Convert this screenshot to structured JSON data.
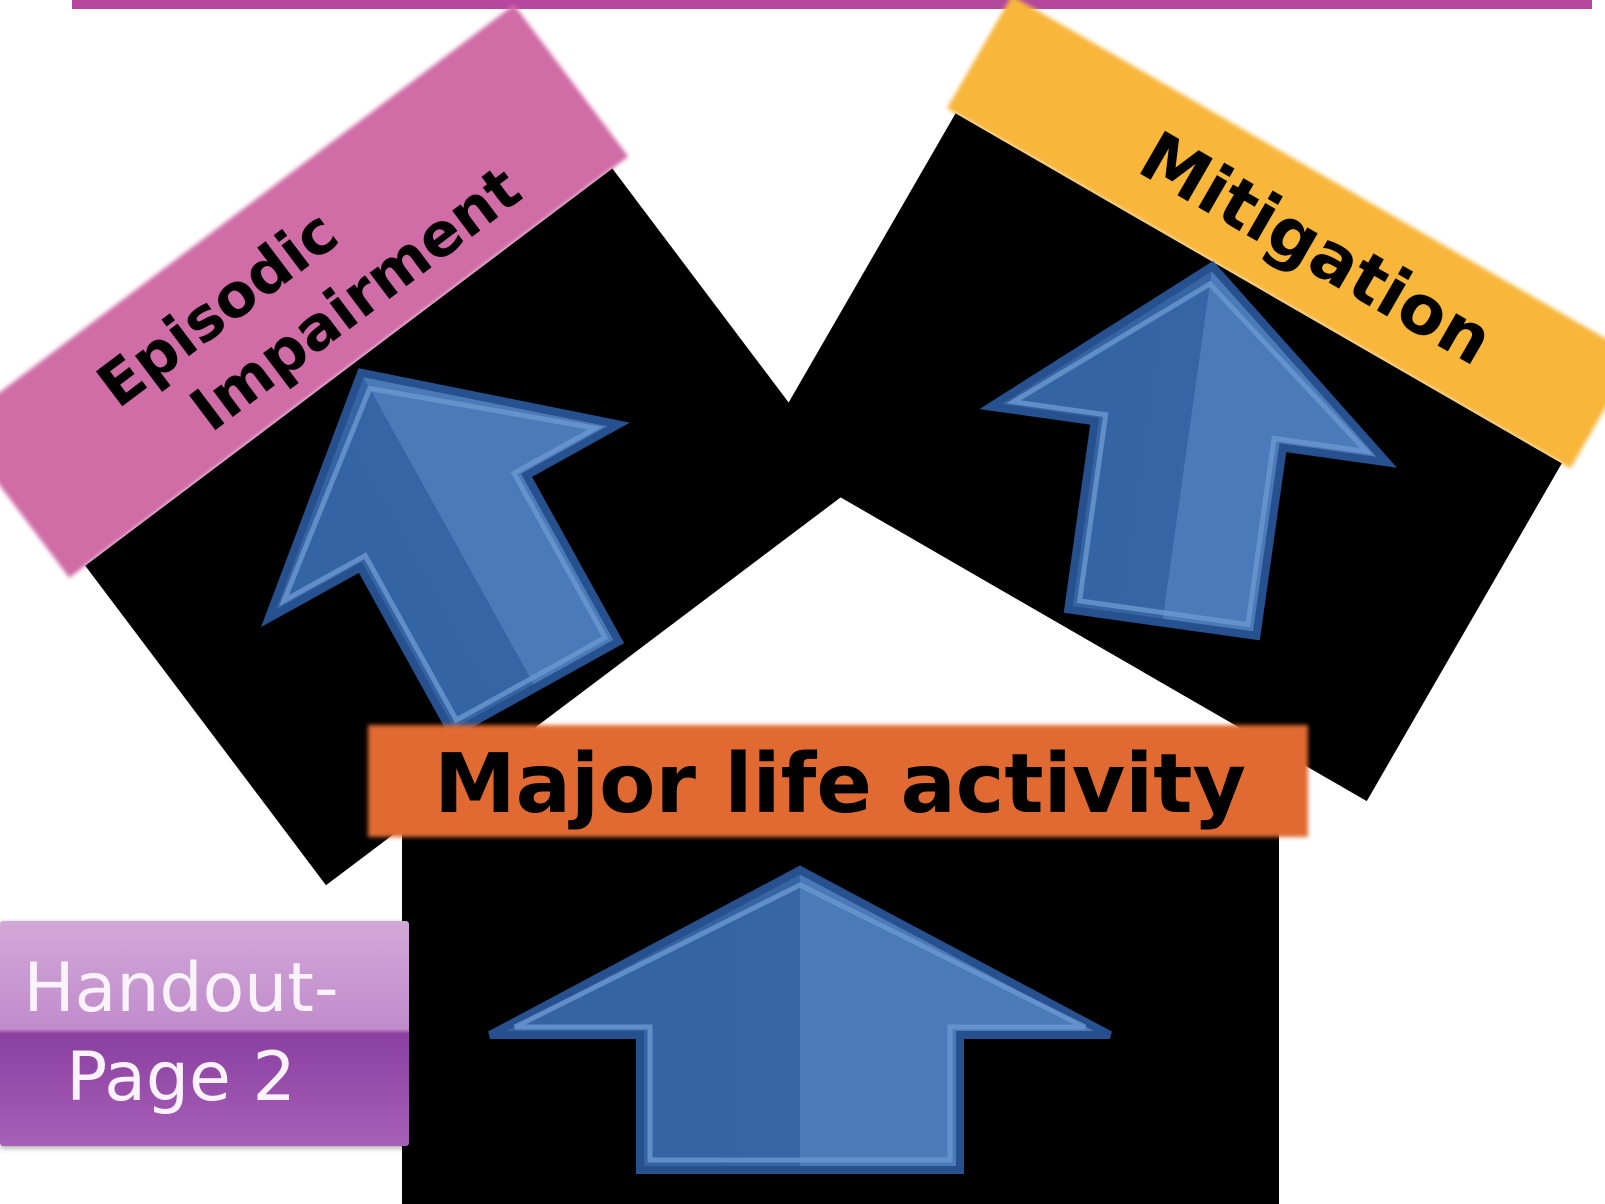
{
  "labels": {
    "episodic_line1": "Episodic",
    "episodic_line2": "Impairment",
    "mitigation": "Mitigation",
    "major_life_activity": "Major life activity"
  },
  "handout": {
    "line1": "Handout-",
    "line2": "Page 2"
  },
  "colors": {
    "top_bar": "#b5479e",
    "episodic_banner": "#d06ca6",
    "mitigation_banner": "#f8b63b",
    "major_banner": "#e06a33",
    "card_background": "#000000",
    "arrow_fill": "#3a67a8",
    "arrow_highlight": "#5f8fc8",
    "arrow_border": "#27508e",
    "handout_button": "#a760b8"
  },
  "icons": {
    "arrow": "up-arrow-icon"
  }
}
